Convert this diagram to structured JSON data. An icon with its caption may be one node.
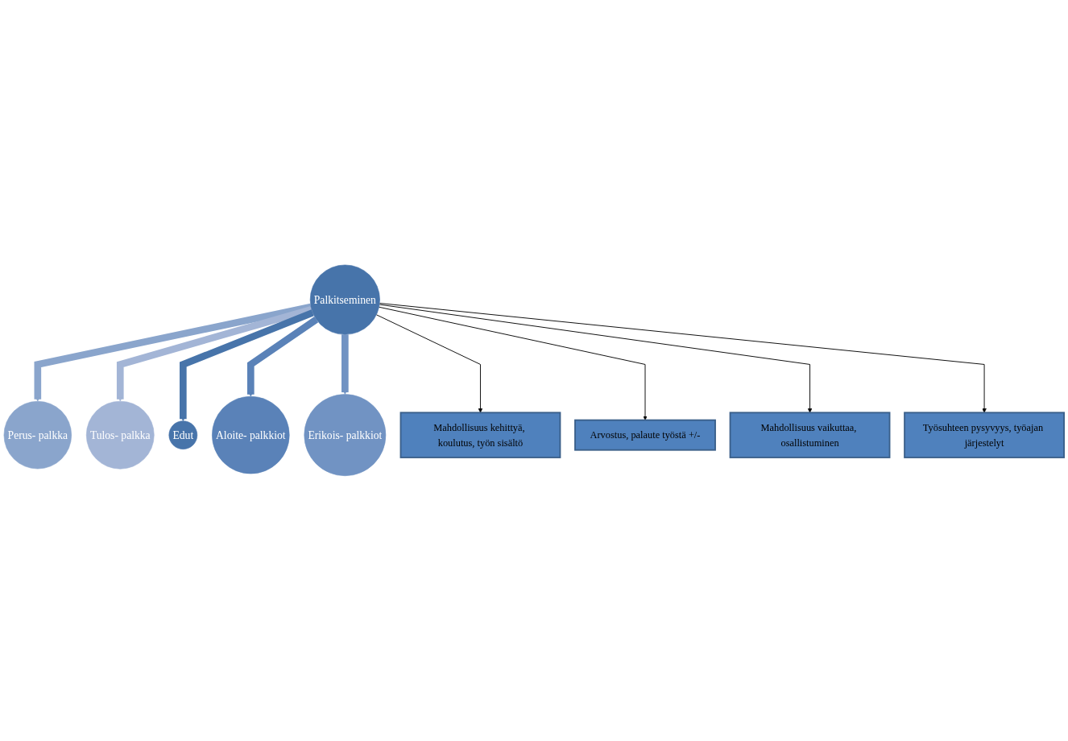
{
  "diagram": {
    "nodes": [
      {
        "text": [
          "Palkitseminen"
        ]
      },
      {
        "text": [
          "Perus- palkka"
        ]
      },
      {
        "text": [
          "Tulos- palkka"
        ]
      },
      {
        "text": [
          "Edut"
        ]
      },
      {
        "text": [
          "Aloite- palkkiot"
        ]
      },
      {
        "text": [
          "Erikois- palkkiot"
        ]
      },
      {
        "text": [
          "Mahdollisuus kehittyä, koulutus, työn sisältö"
        ]
      },
      {
        "text": [
          "Arvostus, palaute työstä +/-"
        ]
      },
      {
        "text": [
          "Mahdollisuus vaikuttaa, osallistuminen"
        ]
      },
      {
        "text": [
          "Työsuhteen pysyvyys, työajan järjestelyt"
        ]
      }
    ],
    "edges": [
      {
        "from": 0,
        "to": 1,
        "arrow": "to",
        "color": "#8aa5cc"
      },
      {
        "from": 0,
        "to": 2,
        "arrow": "to",
        "color": "#a3b5d6"
      },
      {
        "from": 0,
        "to": 3,
        "arrow": "to",
        "color": "#4774aa"
      },
      {
        "from": 0,
        "to": 4,
        "arrow": "to",
        "color": "#5a82b8"
      },
      {
        "from": 0,
        "to": 5,
        "arrow": "to",
        "color": "#7193c3"
      },
      {
        "from": 0,
        "to": 6,
        "arrow": "to"
      },
      {
        "from": 0,
        "to": 7,
        "arrow": "to"
      },
      {
        "from": 0,
        "to": 8,
        "arrow": "to"
      },
      {
        "from": 0,
        "to": 9,
        "arrow": "to"
      }
    ]
  }
}
